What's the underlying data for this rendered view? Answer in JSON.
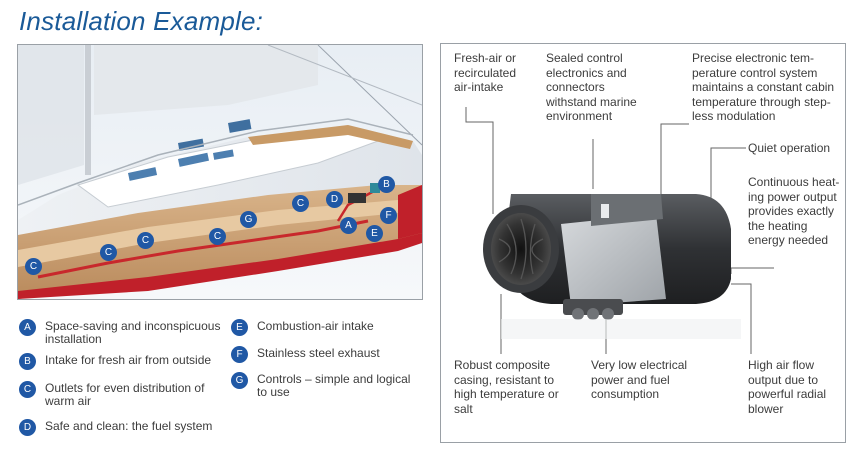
{
  "title": "Installation Example:",
  "colors": {
    "accent_blue": "#2058a5",
    "title_blue": "#1a5a98",
    "hull_red": "#c0202a",
    "duct_red": "#c8282c"
  },
  "boat_markers": {
    "A": "A",
    "B": "B",
    "C": "C",
    "D": "D",
    "E": "E",
    "F": "F",
    "G": "G"
  },
  "legend": {
    "a": {
      "letter": "A",
      "text": "Space-saving and inconspicuous installation"
    },
    "b": {
      "letter": "B",
      "text": "Intake for fresh air from outside"
    },
    "c": {
      "letter": "C",
      "text": "Outlets for even distribution of warm air"
    },
    "d": {
      "letter": "D",
      "text": "Safe and clean: the fuel system"
    },
    "e": {
      "letter": "E",
      "text": "Combustion-air intake"
    },
    "f": {
      "letter": "F",
      "text": "Stainless steel exhaust"
    },
    "g": {
      "letter": "G",
      "text": "Controls – simple and logical to use"
    }
  },
  "callouts": {
    "fresh_air": "Fresh-air or recirculated air-intake",
    "sealed": "Sealed control electronics and connectors withstand marine environment",
    "precise": "Precise electronic tem-perature control system maintains a constant cabin temperature through step-less modulation",
    "quiet": "Quiet operation",
    "continuous": "Continuous heat-ing power output provides exactly the heating energy needed",
    "robust": "Robust composite casing, resistant to high temperature or salt",
    "low_elec": "Very low electrical power and fuel consumption",
    "high_air": "High air flow output due to powerful radial blower"
  }
}
